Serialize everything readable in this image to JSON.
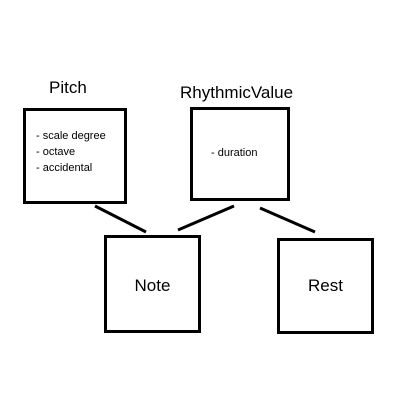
{
  "nodes": {
    "pitch": {
      "title": "Pitch",
      "attributes": [
        "- scale degree",
        "- octave",
        "- accidental"
      ]
    },
    "rhythmic_value": {
      "title": "RhythmicValue",
      "attributes": [
        "- duration"
      ]
    },
    "note": {
      "label": "Note"
    },
    "rest": {
      "label": "Rest"
    }
  },
  "edges": [
    {
      "from": "pitch",
      "to": "note"
    },
    {
      "from": "rhythmic_value",
      "to": "note"
    },
    {
      "from": "rhythmic_value",
      "to": "rest"
    }
  ],
  "colors": {
    "stroke": "#000000",
    "text": "#000000",
    "background": "#ffffff"
  }
}
